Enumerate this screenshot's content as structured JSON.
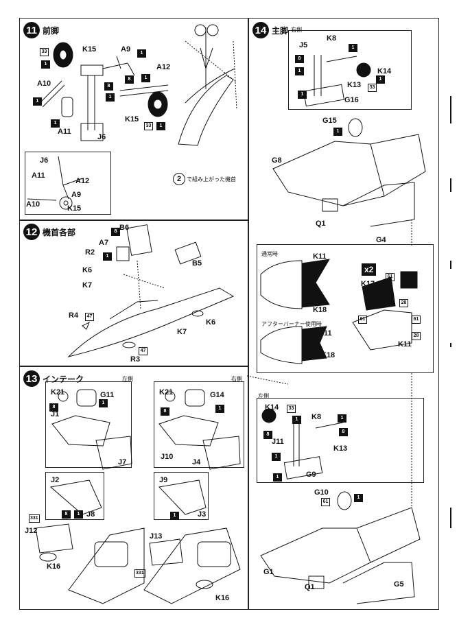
{
  "steps": {
    "s11": {
      "num": "11",
      "title": "前脚"
    },
    "s12": {
      "num": "12",
      "title": "機首各部"
    },
    "s13": {
      "num": "13",
      "title": "インテーク",
      "left": "左側",
      "right": "右側"
    },
    "s14": {
      "num": "14",
      "title": "主脚",
      "right": "右側",
      "left": "左側"
    }
  },
  "notes": {
    "nose_assembled": "で組み上がった機首",
    "nose_ref_num": "2",
    "normal": "通常時",
    "afterburner": "アフターバーナー使用時",
    "x2": "x2"
  },
  "labels_11": [
    "K15",
    "A9",
    "A12",
    "A10",
    "A11",
    "K15",
    "J6",
    "J6",
    "A11",
    "A12",
    "A9",
    "A10",
    "K15"
  ],
  "labels_12": [
    "B6",
    "A7",
    "R2",
    "K6",
    "K7",
    "B5",
    "R4",
    "K6",
    "K7",
    "R3"
  ],
  "labels_13": [
    "K21",
    "G11",
    "J1",
    "J7",
    "J2",
    "J8",
    "J12",
    "K16",
    "K21",
    "G14",
    "J10",
    "J4",
    "J9",
    "J3",
    "J13",
    "K16"
  ],
  "labels_14": [
    "J5",
    "K8",
    "K14",
    "K13",
    "G16",
    "G15",
    "G8",
    "Q1",
    "G4",
    "K11",
    "K18",
    "K17",
    "K11",
    "K18",
    "K11",
    "K14",
    "K8",
    "J11",
    "K13",
    "G9",
    "G10",
    "G1",
    "Q1",
    "G5"
  ],
  "paint_codes": [
    "33",
    "1",
    "1",
    "8",
    "1",
    "1",
    "1",
    "8",
    "1",
    "33",
    "1",
    "8",
    "1",
    "47",
    "47",
    "8",
    "1",
    "8",
    "1",
    "331",
    "8",
    "1",
    "1",
    "331",
    "8",
    "1",
    "1",
    "33",
    "1",
    "1",
    "1",
    "61",
    "28",
    "61",
    "61",
    "28",
    "33",
    "8",
    "1",
    "1",
    "8",
    "1",
    "1",
    "61",
    "1"
  ],
  "colors": {
    "ink": "#111111",
    "paper": "#ffffff",
    "tint": "#f4f4f4"
  }
}
